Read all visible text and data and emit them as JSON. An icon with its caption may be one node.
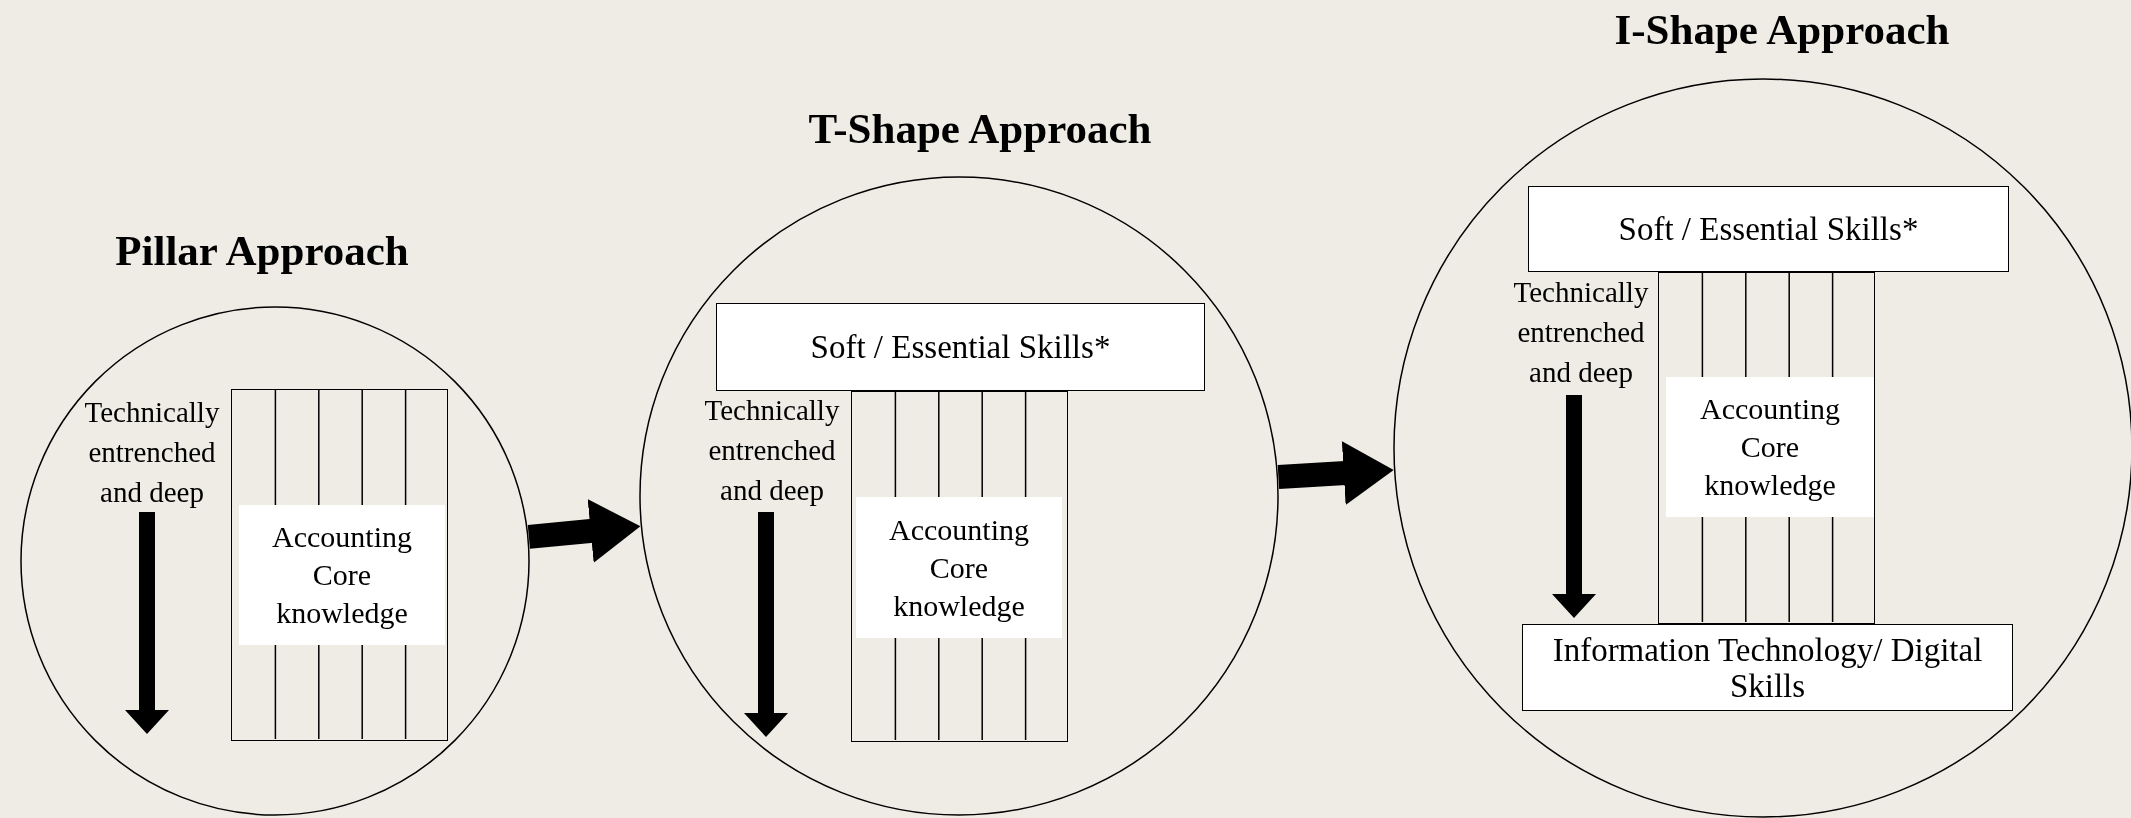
{
  "diagram": {
    "nodes": [
      {
        "text": [
          "Pillar Approach"
        ]
      },
      {
        "text": [],
        "shape": "box",
        "in": 0
      },
      {
        "text": [
          "Accounting Core knowledge"
        ],
        "in": 1
      },
      {
        "text": [
          "T-Shape Approach"
        ]
      },
      {
        "text": [
          "Soft / Essential Skills*"
        ],
        "in": 3
      },
      {
        "text": [],
        "shape": "box",
        "in": 3
      },
      {
        "text": [
          "Accounting Core knowledge"
        ],
        "in": 5
      },
      {
        "text": [
          "I-Shape Approach"
        ]
      },
      {
        "text": [
          "Soft / Essential Skills*"
        ],
        "in": 7
      },
      {
        "text": [],
        "shape": "box",
        "in": 7
      },
      {
        "text": [
          "Accounting Core knowledge"
        ],
        "in": 9
      },
      {
        "text": [
          "Information Technology/ Digital Skills"
        ],
        "in": 7
      }
    ],
    "edges": [
      {
        "from": 0,
        "to": 3,
        "arrow": "to"
      },
      {
        "from": 3,
        "to": 7,
        "arrow": "to"
      }
    ],
    "labels": [
      "Technically entrenched and deep",
      "Technically entrenched and deep",
      "Technically entrenched and deep"
    ]
  }
}
